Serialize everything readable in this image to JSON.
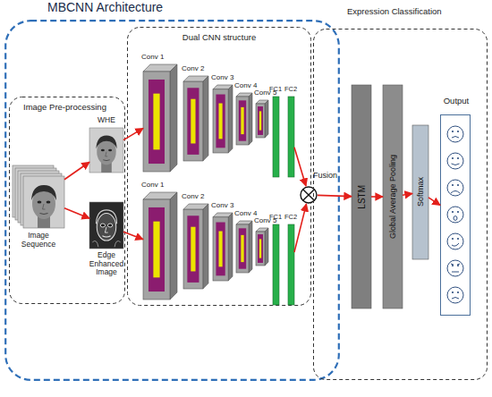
{
  "diagram": {
    "nodes": [
      {
        "text": [
          "MBCNN Architecture"
        ]
      },
      {
        "text": [
          "Image Pre-processing"
        ],
        "in": 0
      },
      {
        "text": [
          "Image Sequence"
        ],
        "in": 1
      },
      {
        "text": [
          "WHE"
        ],
        "in": 1
      },
      {
        "text": [
          "Edge Enhanced Image"
        ],
        "in": 1
      },
      {
        "text": [
          "Dual CNN structure"
        ],
        "in": 0
      },
      {
        "text": [
          "Conv 1"
        ],
        "in": 5
      },
      {
        "text": [
          "Conv 2"
        ],
        "in": 5
      },
      {
        "text": [
          "Conv 3"
        ],
        "in": 5
      },
      {
        "text": [
          "Conv 4"
        ],
        "in": 5
      },
      {
        "text": [
          "Conv 5"
        ],
        "in": 5
      },
      {
        "text": [
          "FC1"
        ],
        "in": 5
      },
      {
        "text": [
          "FC2"
        ],
        "in": 5
      },
      {
        "text": [
          "Conv 1"
        ],
        "in": 5
      },
      {
        "text": [
          "Conv 2"
        ],
        "in": 5
      },
      {
        "text": [
          "Conv 3"
        ],
        "in": 5
      },
      {
        "text": [
          "Conv 4"
        ],
        "in": 5
      },
      {
        "text": [
          "Conv 5"
        ],
        "in": 5
      },
      {
        "text": [
          "FC1"
        ],
        "in": 5
      },
      {
        "text": [
          "FC2"
        ],
        "in": 5
      },
      {
        "text": [
          "Fusion"
        ],
        "in": 0
      },
      {
        "text": [
          "Expression Classification"
        ]
      },
      {
        "text": [
          "LSTM"
        ],
        "in": 21
      },
      {
        "text": [
          "Global Average Pooling"
        ],
        "in": 21
      },
      {
        "text": [
          "Softmax"
        ],
        "in": 21
      },
      {
        "text": [
          "Output"
        ],
        "in": 21
      }
    ],
    "edges": [
      {
        "from": 2,
        "to": 3,
        "arrow": "to"
      },
      {
        "from": 2,
        "to": 4,
        "arrow": "to"
      },
      {
        "from": 3,
        "to": 6,
        "arrow": "to"
      },
      {
        "from": 4,
        "to": 13,
        "arrow": "to"
      },
      {
        "from": 12,
        "to": 20,
        "arrow": "to"
      },
      {
        "from": 19,
        "to": 20,
        "arrow": "to"
      },
      {
        "from": 20,
        "to": 22,
        "arrow": "to"
      },
      {
        "from": 22,
        "to": 23,
        "arrow": "to"
      },
      {
        "from": 23,
        "to": 24,
        "arrow": "to"
      },
      {
        "from": 24,
        "to": 25,
        "arrow": "to"
      }
    ]
  }
}
